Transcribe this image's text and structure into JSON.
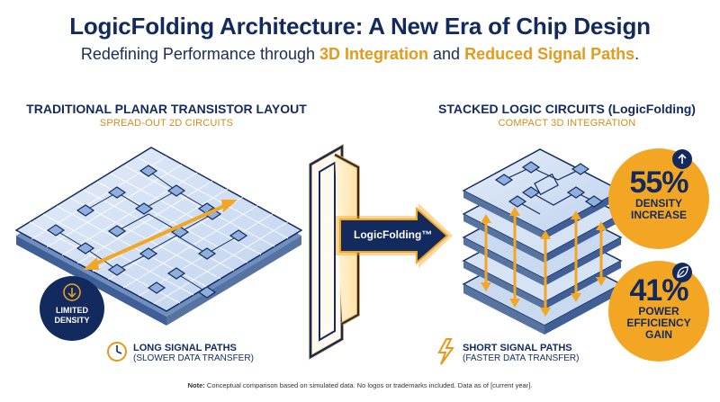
{
  "title": "LogicFolding Architecture: A New Era of Chip Design",
  "subtitle": {
    "prefix": "Redefining Performance through ",
    "highlight1": "3D Integration",
    "middle": " and ",
    "highlight2": "Reduced Signal Paths",
    "suffix": "."
  },
  "left": {
    "heading": "TRADITIONAL PLANAR TRANSISTOR LAYOUT",
    "subheading": "SPREAD-OUT 2D CIRCUITS",
    "badge_line1": "LIMITED",
    "badge_line2": "DENSITY",
    "signal_title": "LONG SIGNAL PATHS",
    "signal_sub": "(SLOWER DATA TRANSFER)"
  },
  "center": {
    "arrow_label": "LogicFolding™"
  },
  "right": {
    "heading": "STACKED LOGIC CIRCUITS (LogicFolding)",
    "subheading": "COMPACT 3D INTEGRATION",
    "signal_title": "SHORT SIGNAL PATHS",
    "signal_sub": "(FASTER DATA TRANSFER)"
  },
  "stats": [
    {
      "value": "55%",
      "line1": "DENSITY",
      "line2": "INCREASE",
      "line3": ""
    },
    {
      "value": "41%",
      "line1": "POWER",
      "line2": "EFFICIENCY",
      "line3": "GAIN"
    }
  ],
  "note": {
    "label": "Note:",
    "text": " Conceptual comparison based on simulated data. No logos or trademarks included. Data as of [current year]."
  },
  "colors": {
    "navy": "#132a5e",
    "accent": "#f3a623",
    "board": "#c9d9ef",
    "chip": "#8fb0de"
  },
  "icons": [
    "down-arrow-icon",
    "clock-icon",
    "lightning-icon",
    "up-arrow-icon",
    "leaf-icon",
    "logicfolding-gate-icon"
  ]
}
